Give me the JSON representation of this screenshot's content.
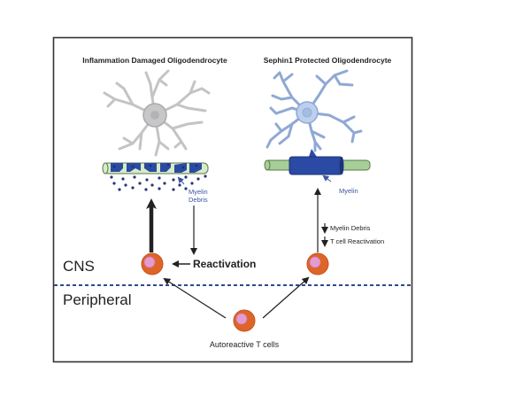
{
  "panels": {
    "left": {
      "title": "Inflammation Damaged Oligodendrocyte",
      "debris_label_line1": "Myelin",
      "debris_label_line2": "Debris",
      "reactivation_label": "Reactivation"
    },
    "right": {
      "title": "Sephin1 Protected Oligodendrocyte",
      "myelin_label": "Myelin",
      "effect_1": "Myelin Debris",
      "effect_2": "T cell Reactivation"
    }
  },
  "regions": {
    "upper": "CNS",
    "lower": "Peripheral"
  },
  "tcells_label": "Autoreactive T cells",
  "colors": {
    "damaged_cell": "#c4c4c6",
    "protected_cell": "#8fa9d4",
    "myelin": "#2a4aa3",
    "axon": "#a6cf98",
    "tcell_outer": "#df6428",
    "tcell_inner": "#e59ad0",
    "divider": "#2e4a8c"
  }
}
